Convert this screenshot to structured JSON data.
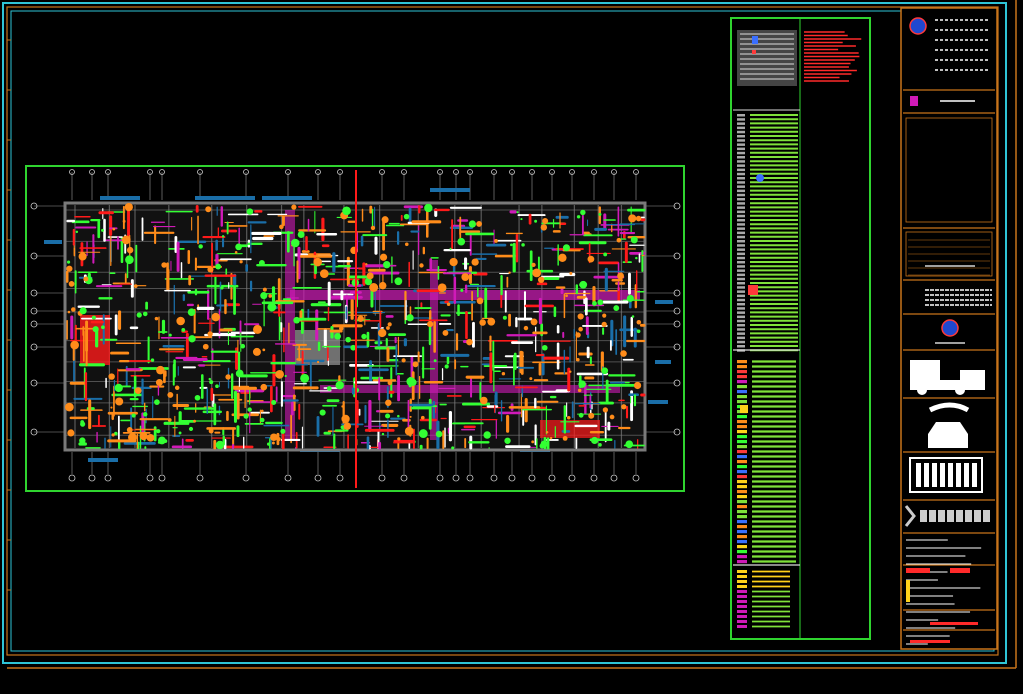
{
  "drawing": {
    "type": "CAD floor plan sheet (MEP layout)",
    "colors": {
      "background": "#000000",
      "frame_cyan": "#2ec4d6",
      "frame_orange": "#c8741a",
      "viewport_green": "#2fd42f",
      "pipe_orange": "#ff8c1a",
      "pipe_green": "#33ff33",
      "pipe_magenta": "#d01ab8",
      "duct_blue": "#1a6ea8",
      "red_section": "#ff1a1a",
      "wall_grey": "#7a7a7a",
      "legend_lime": "#7fe23a",
      "legend_red_text": "#ff2a2a"
    },
    "title_block_icons": [
      "globe-logo",
      "flower-logo",
      "steam-train-logo",
      "telephone-logo",
      "abacus-logo",
      "company-wordmark"
    ]
  }
}
